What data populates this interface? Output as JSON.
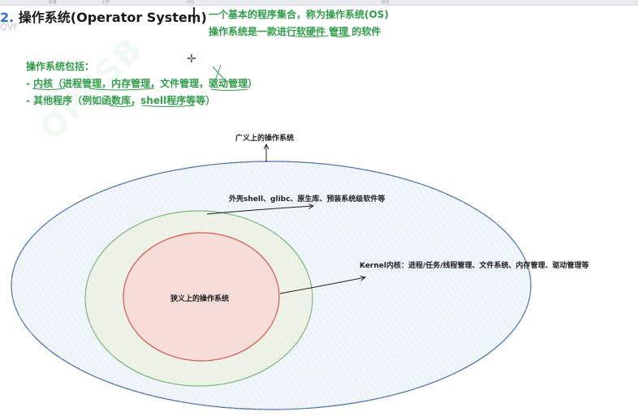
{
  "header": {
    "number": "2.",
    "title": "操作系统(Operator System)",
    "faint_text": "QVF"
  },
  "tab_strip": [
    "配置",
    "上传",
    "分区",
    "联合"
  ],
  "notes": {
    "line1": "一个基本的程序集合，称为操作系统(OS)",
    "line2": "操作系统是一款进行软硬件 管理 的软件"
  },
  "list": {
    "heading": "操作系统包括：",
    "items": [
      "- 内核（进程管理，内存管理，文件管理，驱动管理）",
      "- 其他程序（例如函数库，shell程序等等）"
    ]
  },
  "watermark": "OPSSB",
  "diagram": {
    "outer_label": "广义上的操作系统",
    "shell_label": "外壳shell、glibc、原生库、预装系统级软件等",
    "kernel_label": "Kernel内核：进程/任务/线程管理、文件系统、内存管理、驱动管理等",
    "inner_label": "狭义上的操作系统",
    "colors": {
      "outer_stroke": "#4a6fa5",
      "middle_stroke": "#7fb07a",
      "inner_stroke": "#d9534f",
      "inner_fill": "#f6ddd8",
      "outer_fill": "#f1f6fb",
      "arrow": "#222222"
    }
  }
}
